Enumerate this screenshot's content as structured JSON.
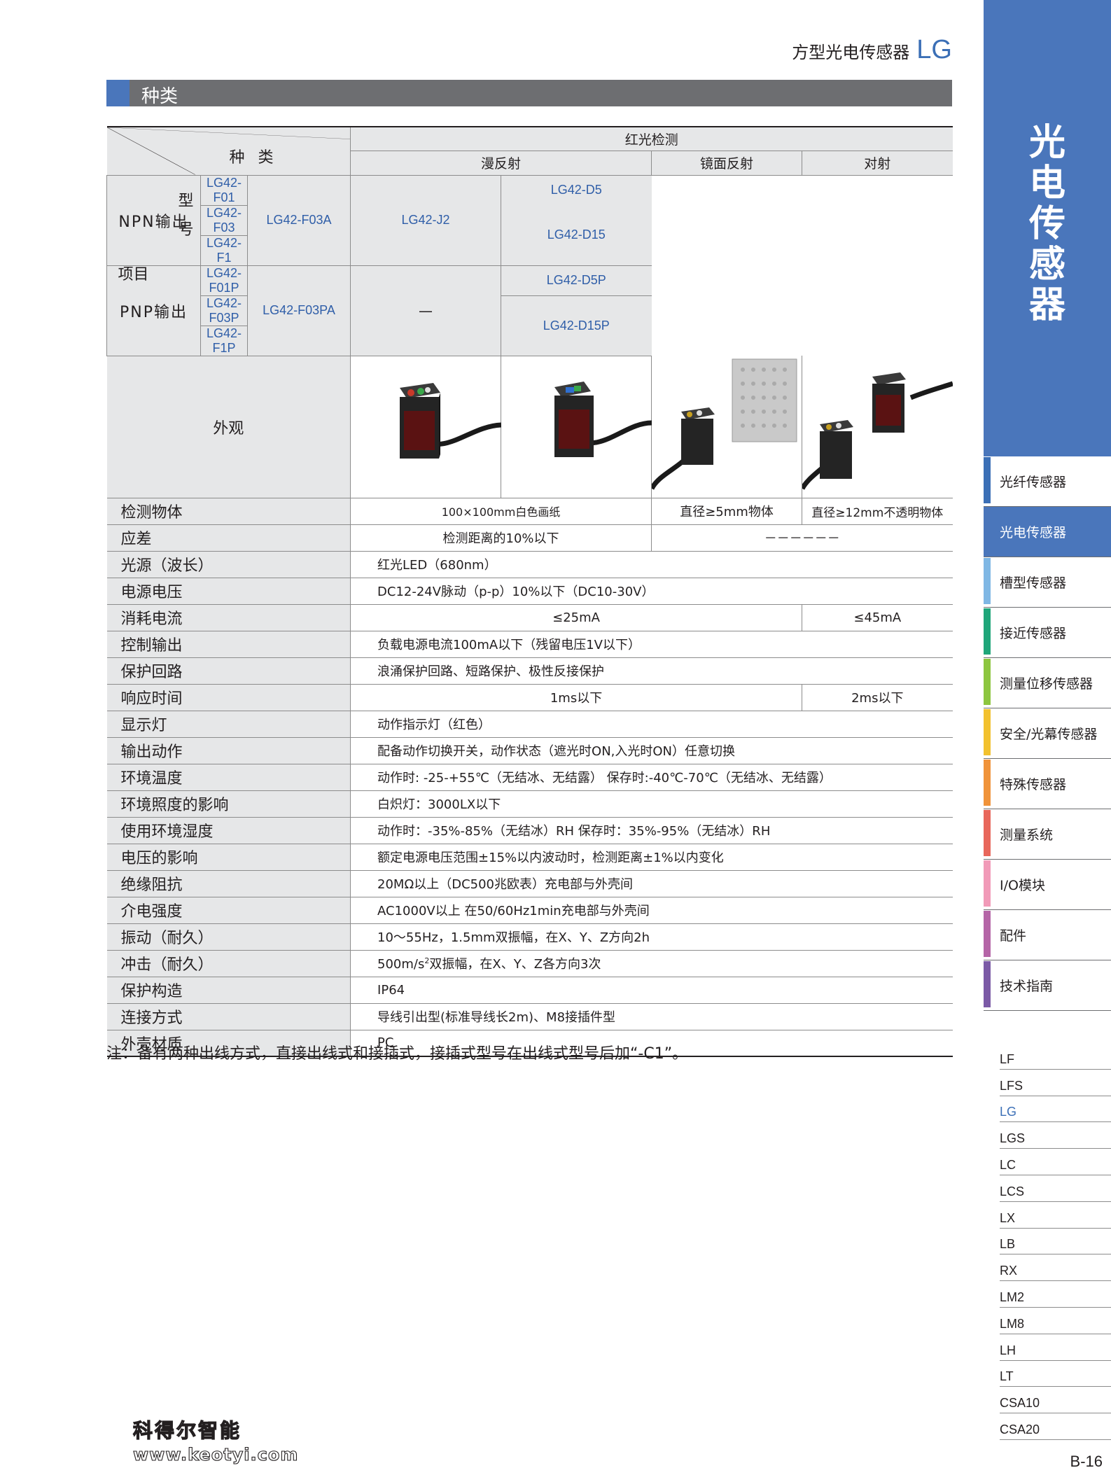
{
  "header": {
    "title": "方型光电传感器",
    "code": "LG"
  },
  "section": {
    "title": "种类"
  },
  "table": {
    "header": {
      "kind_label": "种 类",
      "model_label_1": "型",
      "model_label_2": "号",
      "item_label": "项目",
      "group": "红光检测",
      "types": [
        "漫反射",
        "镜面反射",
        "对射"
      ],
      "npn_label": "NPN输出",
      "pnp_label": "PNP输出"
    },
    "models": {
      "npn_diffuse": [
        "LG42-F01",
        "LG42-F03",
        "LG42-F1"
      ],
      "npn_diffuse_a": "LG42-F03A",
      "npn_mirror": "LG42-J2",
      "npn_through": [
        "LG42-D5",
        "LG42-D15"
      ],
      "pnp_diffuse": [
        "LG42-F01P",
        "LG42-F03P",
        "LG42-F1P"
      ],
      "pnp_diffuse_a": "LG42-F03PA",
      "pnp_mirror": "—",
      "pnp_through": [
        "LG42-D5P",
        "LG42-D15P"
      ]
    },
    "appearance_label": "外观",
    "rows": {
      "detect": {
        "label": "检测物体",
        "diffuse": "100×100mm白色画纸",
        "mirror": "直径≥5mm物体",
        "through": "直径≥12mm不透明物体"
      },
      "hysteresis": {
        "label": "应差",
        "diffuse": "检测距离的10%以下",
        "other": "－－－－－－"
      },
      "light": {
        "label": "光源（波长）",
        "value": "红光LED（680nm）"
      },
      "voltage": {
        "label": "电源电压",
        "value": "DC12-24V脉动（p-p）10%以下（DC10-30V）"
      },
      "current": {
        "label": "消耗电流",
        "a": "≤25mA",
        "b": "≤45mA"
      },
      "control": {
        "label": "控制输出",
        "value": "负载电源电流100mA以下（残留电压1V以下）"
      },
      "protect": {
        "label": "保护回路",
        "value": "浪涌保护回路、短路保护、极性反接保护"
      },
      "response": {
        "label": "响应时间",
        "a": "1ms以下",
        "b": "2ms以下"
      },
      "indicator": {
        "label": "显示灯",
        "value": "动作指示灯（红色）"
      },
      "output_action": {
        "label": "输出动作",
        "value": "配备动作切换开关，动作状态（遮光时ON,入光时ON）任意切换"
      },
      "temp": {
        "label": "环境温度",
        "value": "动作时: -25-+55℃（无结冰、无结露）  保存时:-40℃-70℃（无结冰、无结露）"
      },
      "illum": {
        "label": "环境照度的影响",
        "value": "白炽灯：3000LX以下"
      },
      "humidity": {
        "label": "使用环境湿度",
        "value": "动作时：-35%-85%（无结冰）RH   保存时：35%-95%（无结冰）RH"
      },
      "volt_effect": {
        "label": "电压的影响",
        "value": "额定电源电压范围±15%以内波动时，检测距离±1%以内变化"
      },
      "insulation": {
        "label": "绝缘阻抗",
        "value": "20MΩ以上（DC500兆欧表）充电部与外壳间"
      },
      "dielectric": {
        "label": "介电强度",
        "value": "AC1000V以上 在50/60Hz1min充电部与外壳间"
      },
      "vibration": {
        "label": "振动（耐久）",
        "value": "10～55Hz，1.5mm双振幅，在X、Y、Z方向2h"
      },
      "shock": {
        "label": "冲击（耐久）",
        "value_a": "500m/s",
        "value_sup": "2",
        "value_b": "双振幅，在X、Y、Z各方向3次"
      },
      "ip": {
        "label": "保护构造",
        "value": "IP64"
      },
      "connect": {
        "label": "连接方式",
        "value": "导线引出型(标准导线长2m)、M8接插件型"
      },
      "case": {
        "label": "外壳材质",
        "value": "PC"
      }
    }
  },
  "note": "注：备有两种出线方式，直接出线式和接插式，接插式型号在出线式型号后加“-C1”。",
  "sidebar": {
    "title": "光电传感器",
    "nav": [
      {
        "label": "光纤传感器",
        "color": "#3b6fb6"
      },
      {
        "label": "光电传感器",
        "color": "#4a76bb"
      },
      {
        "label": "槽型传感器",
        "color": "#7fb7e4"
      },
      {
        "label": "接近传感器",
        "color": "#1fa67a"
      },
      {
        "label": "测量位移传感器",
        "color": "#8dc63f"
      },
      {
        "label": "安全/光幕传感器",
        "color": "#f2c12e"
      },
      {
        "label": "特殊传感器",
        "color": "#f0933a"
      },
      {
        "label": "测量系统",
        "color": "#e8675b"
      },
      {
        "label": "I/O模块",
        "color": "#f19ab8"
      },
      {
        "label": "配件",
        "color": "#b565a7"
      },
      {
        "label": "技术指南",
        "color": "#7b5aa6"
      }
    ],
    "models": [
      "LF",
      "LFS",
      "LG",
      "LGS",
      "LC",
      "LCS",
      "LX",
      "LB",
      "RX",
      "LM2",
      "LM8",
      "LH",
      "LT",
      "CSA10",
      "CSA20"
    ]
  },
  "page_number": "B-16",
  "logo": {
    "name": "科得尔智能",
    "url": "www.keotyi.com"
  }
}
